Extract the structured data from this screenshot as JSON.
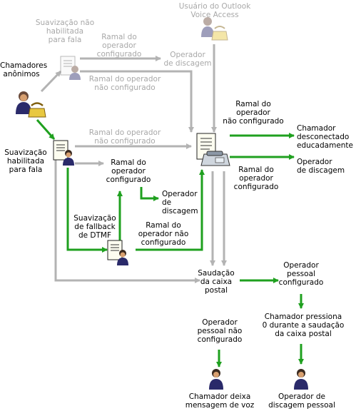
{
  "colors": {
    "gray": "#b3b3b3",
    "green": "#1fa01f",
    "gray_text": "#a8a8a8",
    "text": "#000000"
  },
  "labels": {
    "outlook_voice_access": "Usuário do Outlook\nVoice Access",
    "speech_disabled": "Suavização não\nhabilitada\npara fala",
    "operator_ext_configured_gray": "Ramal do\noperador\nconfigurado",
    "dial_operator_gray": "Operador\nde discagem",
    "anonymous_callers": "Chamadores\nanônimos",
    "operator_ext_not_configured_gray_1": "Ramal do operador\nnão configurado",
    "operator_ext_not_configured_gray_2": "Ramal do operador\nnão configurado",
    "operator_ext_not_configured_right": "Ramal do\noperador\nnão configurado",
    "caller_disconnected": "Chamador\ndesconectado\neducadamente",
    "speech_enabled": "Suavização\nhabilitada\npara fala",
    "operator_ext_configured_mid": "Ramal do\noperador\nconfigurado",
    "dial_operator_right": "Operador\nde discagem",
    "operator_ext_configured_right": "Ramal do\noperador\nconfigurado",
    "dial_operator_mid": "Operador\nde\ndiscagem",
    "dtmf_fallback": "Suavização\nde fallback\nde DTMF",
    "operator_ext_not_configured_mid": "Ramal do\noperador não\nconfigurado",
    "voicemail_greeting": "Saudação\nda caixa\npostal",
    "personal_operator_configured": "Operador\npessoal\nconfigurado",
    "personal_operator_not_configured": "Operador\npessoal não\nconfigurado",
    "caller_presses_zero": "Chamador pressiona\n0 durante a saudação\nda caixa postal",
    "caller_leaves_voicemail": "Chamador deixa\nmensagem de voz",
    "personal_dial_operator": "Operador de\ndiscagem pessoal"
  }
}
